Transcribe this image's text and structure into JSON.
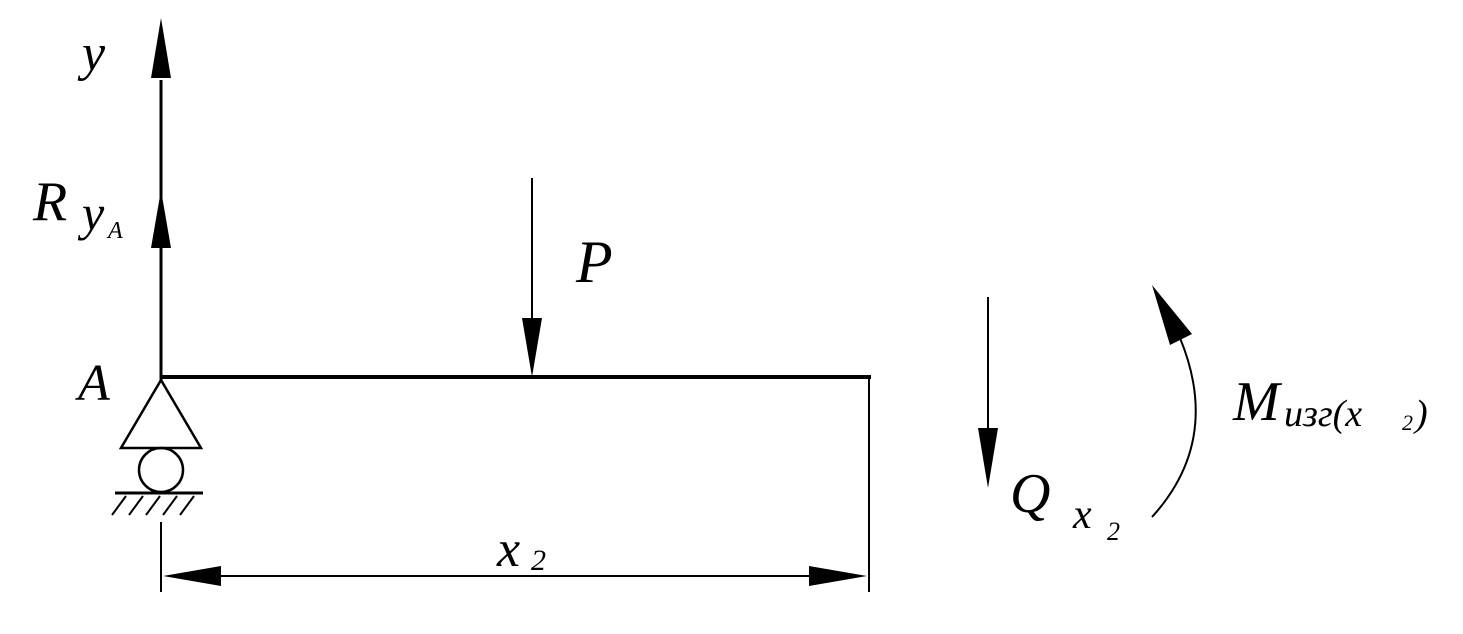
{
  "labels": {
    "y_axis": "y",
    "reaction_main": "R",
    "reaction_sub": "y",
    "reaction_sub2": "A",
    "force": "P",
    "support_point": "A",
    "length_main": "x",
    "length_sub": "2",
    "shear_main": "Q",
    "shear_sub_x": "x",
    "shear_sub_num": "2",
    "moment_main": "M",
    "moment_sub": "изг(x",
    "moment_sub_num": "2",
    "moment_close": ")"
  },
  "colors": {
    "ink": "#000000",
    "background": "#ffffff"
  }
}
